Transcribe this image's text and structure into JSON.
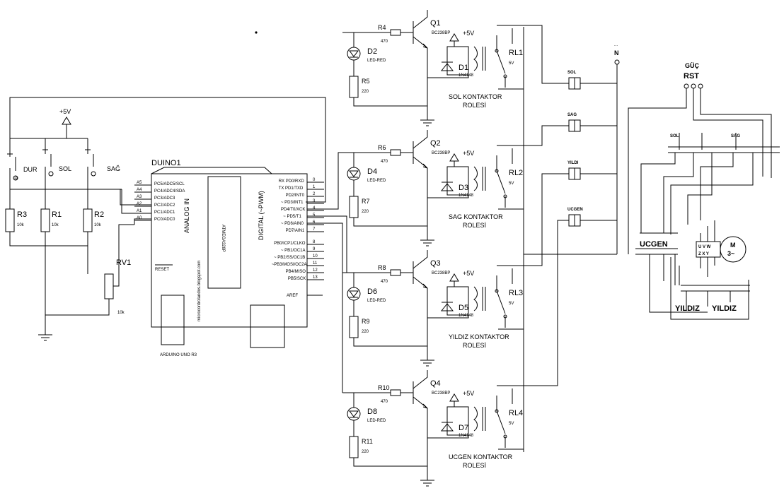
{
  "arduino": {
    "ref": "DUINO1",
    "caption": "ARDUINO UNO R3",
    "analog_label": "ANALOG IN",
    "digital_label": "DIGITAL (~PWM)",
    "blog": "microcontrolandos.blogspot.com",
    "chip": "ATMEGA328P",
    "reset": "RESET",
    "aref": "AREF",
    "left_pins": [
      {
        "num": "A5",
        "name": "PC5/ADC5/SCL"
      },
      {
        "num": "A4",
        "name": "PC4/ADC4/SDA"
      },
      {
        "num": "A3",
        "name": "PC3/ADC3"
      },
      {
        "num": "A2",
        "name": "PC2/ADC2"
      },
      {
        "num": "A1",
        "name": "PC1/ADC1"
      },
      {
        "num": "A0",
        "name": "PC0/ADC0"
      }
    ],
    "right_pins": [
      {
        "num": "0",
        "name": "RX  PD0/RXD"
      },
      {
        "num": "1",
        "name": "TX  PD1/TXD"
      },
      {
        "num": "2",
        "name": "PD2/INT0"
      },
      {
        "num": "3",
        "name": "~ PD3/INT1"
      },
      {
        "num": "4",
        "name": "PD4/T0/XCK"
      },
      {
        "num": "5",
        "name": "~  PD5/T1"
      },
      {
        "num": "6",
        "name": "~ PD6/AIN0"
      },
      {
        "num": "7",
        "name": "PD7/AIN1"
      },
      {
        "num": "8",
        "name": "PB0/ICP1/CLKO"
      },
      {
        "num": "9",
        "name": "~ PB1/OC1A"
      },
      {
        "num": "10",
        "name": "~ PB2/SS/OC1B"
      },
      {
        "num": "11",
        "name": "~PB3/MOSI/OC2A"
      },
      {
        "num": "12",
        "name": "PB4/MISO"
      },
      {
        "num": "13",
        "name": "PB5/SCK"
      }
    ]
  },
  "input_circuit": {
    "vcc": "+5V",
    "buttons": [
      "DUR",
      "SOL",
      "SAĞ"
    ],
    "resistors": [
      {
        "ref": "R3",
        "val": "10k"
      },
      {
        "ref": "R1",
        "val": "10k"
      },
      {
        "ref": "R2",
        "val": "10k"
      }
    ],
    "pot": {
      "ref": "RV1",
      "val": "10k"
    }
  },
  "stages": [
    {
      "res": "R4",
      "res_val": "470",
      "led": "D2",
      "led_type": "LED-RED",
      "res2": "R5",
      "res2_val": "220",
      "q": "Q1",
      "q_type": "BC238BP",
      "vcc": "+5V",
      "diode": "D1",
      "diode_type": "1N4148",
      "relay": "RL1",
      "relay_v": "5V",
      "title1": "SOL KONTAKTOR",
      "title2": "ROLESİ"
    },
    {
      "res": "R6",
      "res_val": "470",
      "led": "D4",
      "led_type": "LED-RED",
      "res2": "R7",
      "res2_val": "220",
      "q": "Q2",
      "q_type": "BC238BP",
      "vcc": "+5V",
      "diode": "D3",
      "diode_type": "1N4148",
      "relay": "RL2",
      "relay_v": "5V",
      "title1": "SAG KONTAKTOR",
      "title2": "ROLESİ"
    },
    {
      "res": "R8",
      "res_val": "470",
      "led": "D6",
      "led_type": "LED-RED",
      "res2": "R9",
      "res2_val": "220",
      "q": "Q3",
      "q_type": "BC238BP",
      "vcc": "+5V",
      "diode": "D5",
      "diode_type": "1N4148",
      "relay": "RL3",
      "relay_v": "5V",
      "title1": "YILDIZ KONTAKTOR",
      "title2": "ROLESİ"
    },
    {
      "res": "R10",
      "res_val": "470",
      "led": "D8",
      "led_type": "LED-RED",
      "res2": "R11",
      "res2_val": "220",
      "q": "Q4",
      "q_type": "BC238BP",
      "vcc": "+5V",
      "diode": "D7",
      "diode_type": "1N4148",
      "relay": "RL4",
      "relay_v": "5V",
      "title1": "UCGEN KONTAKTOR",
      "title2": "ROLESİ"
    }
  ],
  "contactor_coils": [
    "SOL",
    "SAG",
    "YILDI",
    "UCGEN"
  ],
  "neutral": "N",
  "power": {
    "title": "GÜÇ",
    "phases": "RST",
    "sol": "SOL",
    "sag": "SAG",
    "ucgen": "UCGEN",
    "yildiz1": "YILDIZ",
    "yildiz2": "YILDIZ",
    "motor_top": "U V W",
    "motor_bot": "Z X Y",
    "motor_m": "M",
    "motor_3": "3~"
  }
}
